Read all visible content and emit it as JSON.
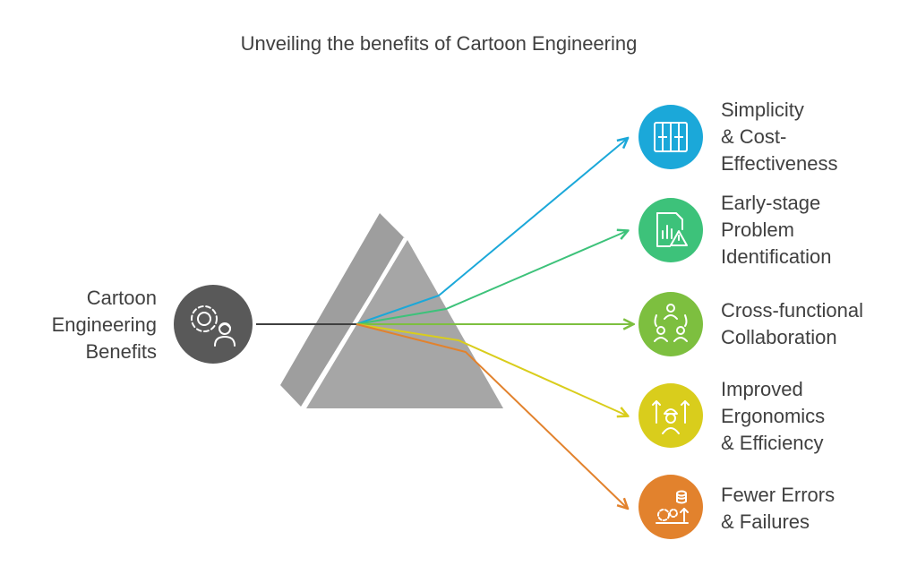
{
  "title": "Unveiling the benefits of Cartoon Engineering",
  "source": {
    "label_lines": [
      "Cartoon",
      "Engineering",
      "Benefits"
    ],
    "icon": "gear-engineer-icon",
    "color": "#595959"
  },
  "benefits": [
    {
      "label_lines": [
        "Simplicity",
        "& Cost-",
        "Effectiveness"
      ],
      "icon": "document-columns-icon",
      "color": "#1BA8D9"
    },
    {
      "label_lines": [
        "Early-stage",
        "Problem",
        "Identification"
      ],
      "icon": "chart-warning-icon",
      "color": "#3DC27A"
    },
    {
      "label_lines": [
        "Cross-functional",
        "Collaboration"
      ],
      "icon": "team-collaboration-icon",
      "color": "#7DBF3F"
    },
    {
      "label_lines": [
        "Improved",
        "Ergonomics",
        "& Efficiency"
      ],
      "icon": "worker-arrows-icon",
      "color": "#D9CD1C"
    },
    {
      "label_lines": [
        "Fewer Errors",
        "& Failures"
      ],
      "icon": "gears-database-icon",
      "color": "#E2822D"
    }
  ]
}
